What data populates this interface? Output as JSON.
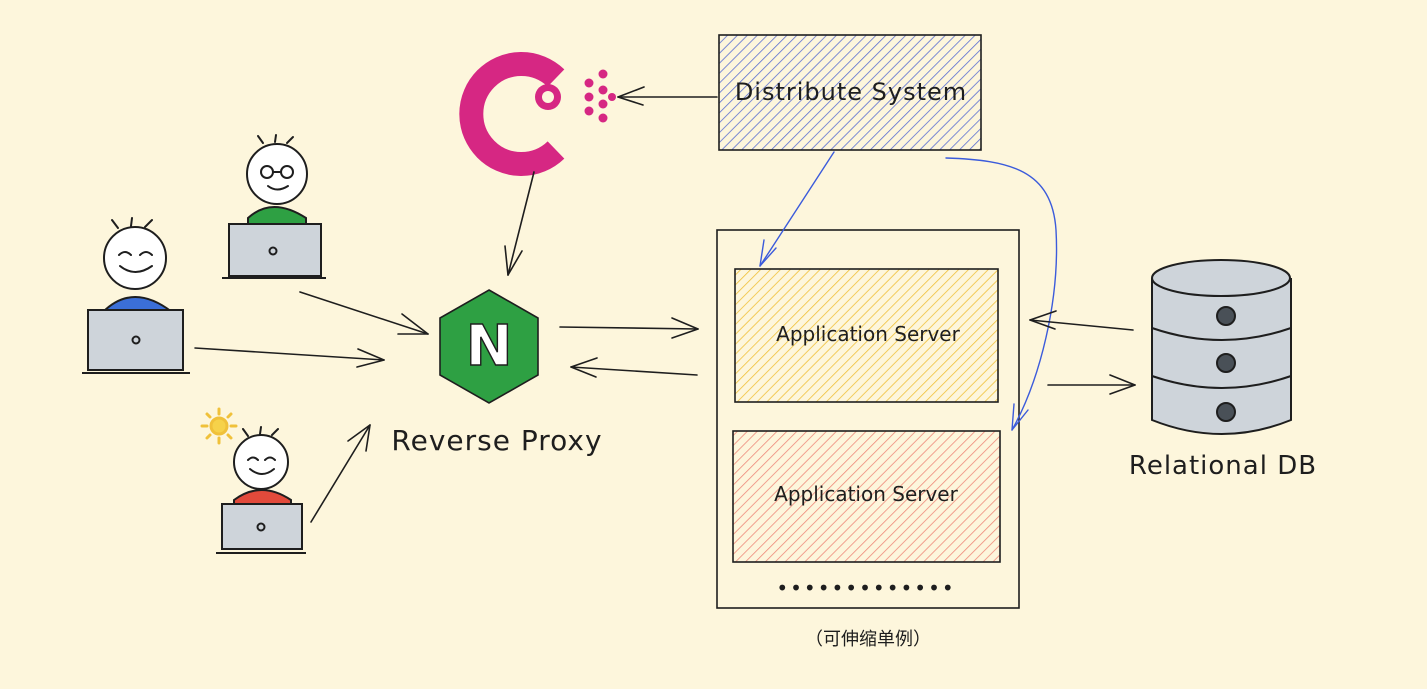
{
  "nodes": {
    "distribute_system": {
      "label": "Distribute System"
    },
    "app_server_1": {
      "label": "Application Server"
    },
    "app_server_2": {
      "label": "Application Server"
    },
    "app_group": {
      "more": "•••••••••••••",
      "caption": "（可伸缩单例）"
    },
    "reverse_proxy": {
      "label": "Reverse Proxy",
      "logo_letter": "N"
    },
    "relational_db": {
      "label": "Relational DB"
    }
  },
  "colors": {
    "background": "#fdf6dc",
    "consul": "#d62783",
    "nginx": "#2ea043",
    "distribute_hatch": "#5b6fd1",
    "app1_hatch": "#f0c13a",
    "app2_hatch": "#ee8a7a",
    "blue_arrow": "#3b5bdb",
    "db_fill": "#ced4da"
  }
}
